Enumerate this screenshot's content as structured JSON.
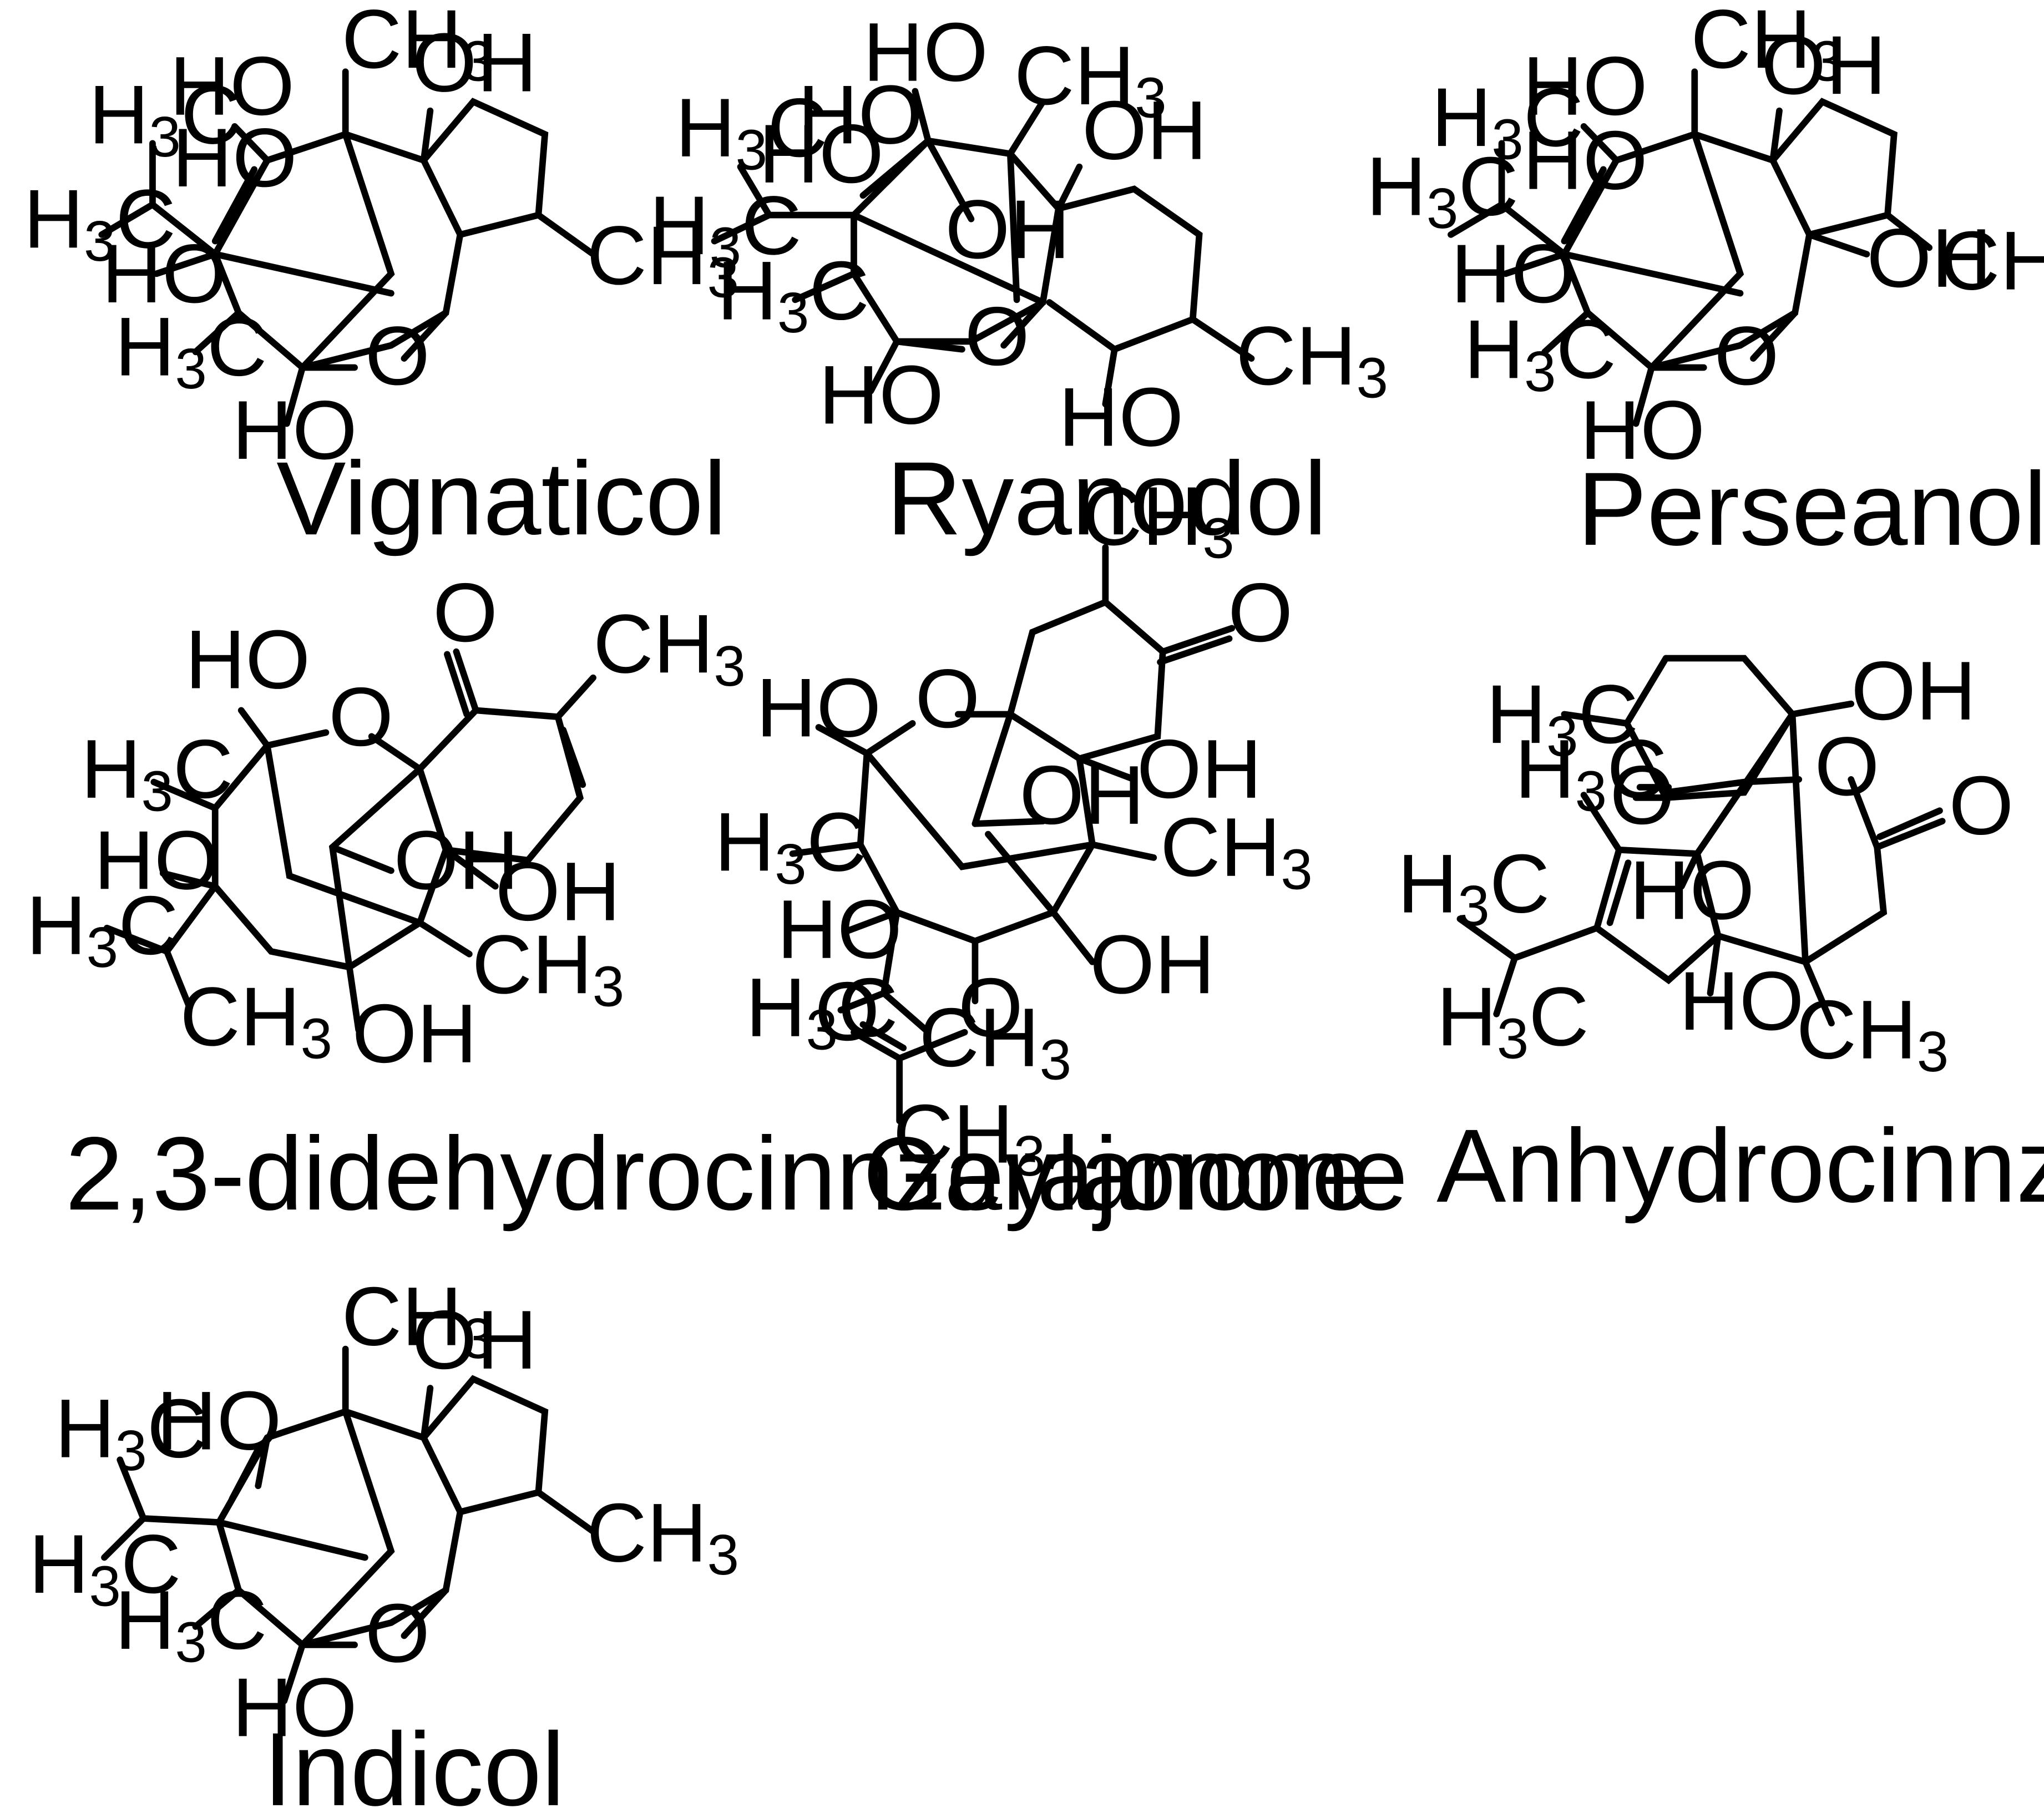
{
  "figure": {
    "compounds": [
      {
        "id": "vignaticol",
        "name": "Vignaticol"
      },
      {
        "id": "ryanodol",
        "name": "Ryanodol"
      },
      {
        "id": "perseanol",
        "name": "Perseanol"
      },
      {
        "id": "didehydro",
        "name": "2,3-didehydrocinnzeylanone"
      },
      {
        "id": "garajonone",
        "name": "Garajonone"
      },
      {
        "id": "anhydro",
        "name": "Anhydrocinnzeylanone"
      },
      {
        "id": "indicol",
        "name": "Indicol"
      }
    ],
    "atom_labels": {
      "HO": "HO",
      "OH": "OH",
      "O": "O",
      "CH": "CH",
      "H": "H",
      "C": "C",
      "sub3": "3"
    }
  }
}
